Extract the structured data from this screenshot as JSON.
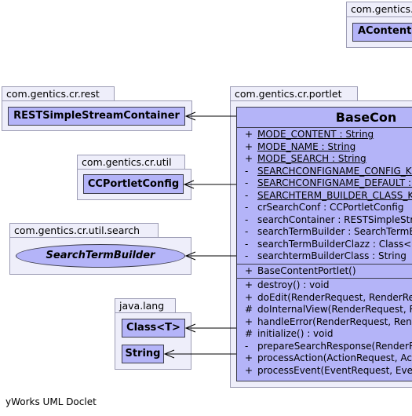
{
  "packages": {
    "top": {
      "name": "com.gentics.",
      "classes": [
        "AContent"
      ]
    },
    "rest": {
      "name": "com.gentics.cr.rest",
      "classes": [
        "RESTSimpleStreamContainer"
      ]
    },
    "util": {
      "name": "com.gentics.cr.util",
      "classes": [
        "CCPortletConfig"
      ]
    },
    "search": {
      "name": "com.gentics.cr.util.search",
      "interfaces": [
        "SearchTermBuilder"
      ]
    },
    "lang": {
      "name": "java.lang",
      "classes": [
        "Class<T>",
        "String"
      ]
    },
    "portlet": {
      "name": "com.gentics.cr.portlet"
    }
  },
  "main_class": {
    "title": "BaseCon",
    "attributes": [
      {
        "vis": "+",
        "text": "MODE_CONTENT : String",
        "static": true
      },
      {
        "vis": "+",
        "text": "MODE_NAME : String",
        "static": true
      },
      {
        "vis": "+",
        "text": "MODE_SEARCH : String",
        "static": true
      },
      {
        "vis": "-",
        "text": "SEARCHCONFIGNAME_CONFIG_KEY",
        "static": true
      },
      {
        "vis": "-",
        "text": "SEARCHCONFIGNAME_DEFAULT : S",
        "static": true
      },
      {
        "vis": "-",
        "text": "SEARCHTERM_BUILDER_CLASS_KEY",
        "static": true
      },
      {
        "vis": "-",
        "text": "crSearchConf : CCPortletConfig",
        "static": false
      },
      {
        "vis": "-",
        "text": "searchContainer : RESTSimpleStre",
        "static": false
      },
      {
        "vis": "-",
        "text": "searchTermBuilder : SearchTermB",
        "static": false
      },
      {
        "vis": "-",
        "text": "searchTermBuilderClazz : Class<?",
        "static": false
      },
      {
        "vis": "-",
        "text": "searchtermBuilderClass : String",
        "static": false
      }
    ],
    "constructors": [
      {
        "vis": "+",
        "text": "BaseContentPortlet()",
        "static": false
      }
    ],
    "methods": [
      {
        "vis": "+",
        "text": "destroy() : void",
        "static": false
      },
      {
        "vis": "+",
        "text": "doEdit(RenderRequest, RenderRe",
        "static": false
      },
      {
        "vis": "#",
        "text": "doInternalView(RenderRequest, R",
        "static": false
      },
      {
        "vis": "+",
        "text": "handleError(RenderRequest, Ren",
        "static": false
      },
      {
        "vis": "#",
        "text": "initialize() : void",
        "static": false
      },
      {
        "vis": "-",
        "text": "prepareSearchResponse(RenderR",
        "static": false
      },
      {
        "vis": "+",
        "text": "processAction(ActionRequest, Ac",
        "static": false
      },
      {
        "vis": "+",
        "text": "processEvent(EventRequest, Eve",
        "static": false
      }
    ]
  },
  "footer": "yWorks UML Doclet"
}
